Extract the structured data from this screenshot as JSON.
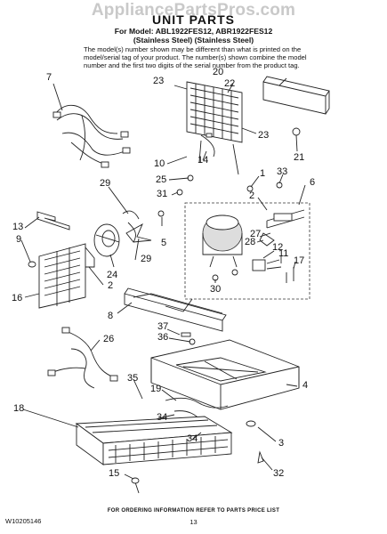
{
  "watermark": "AppliancePartsPros.com",
  "title": "UNIT PARTS",
  "model_line": "For Model: ABL1922FES12, ABR1922FES12",
  "finish_line": "(Stainless Steel)  (Stainless Steel)",
  "note_lines": [
    "The model(s) number shown may be different than what is printed on the",
    "model/serial tag of your product. The number(s) shown combine the model",
    "number and the first two digits of the serial number from the product tag."
  ],
  "callouts": [
    "7",
    "20",
    "23",
    "22",
    "23",
    "21",
    "10",
    "14",
    "25",
    "1",
    "33",
    "31",
    "2",
    "6",
    "29",
    "13",
    "5",
    "9",
    "27",
    "28",
    "12",
    "11",
    "17",
    "24",
    "29",
    "2",
    "16",
    "30",
    "8",
    "37",
    "36",
    "26",
    "35",
    "4",
    "19",
    "34",
    "18",
    "34",
    "3",
    "15",
    "32"
  ],
  "footer": {
    "doc_number": "W10205146",
    "ordering_info": "FOR ORDERING INFORMATION REFER TO PARTS PRICE LIST",
    "page": "13"
  }
}
